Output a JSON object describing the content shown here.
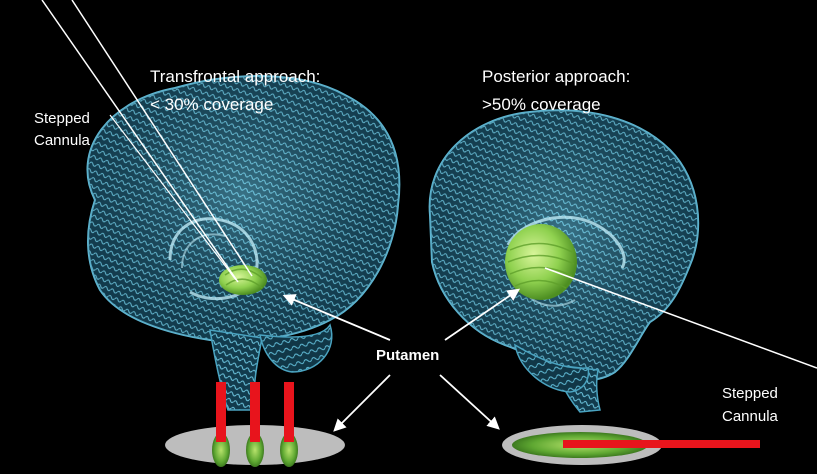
{
  "labels": {
    "left_title_line1": "Transfrontal approach:",
    "left_title_line2": "< 30% coverage",
    "right_title_line1": "Posterior approach:",
    "right_title_line2": ">50% coverage",
    "left_cannula_line1": "Stepped",
    "left_cannula_line2": "Cannula",
    "right_cannula_line1": "Stepped",
    "right_cannula_line2": "Cannula",
    "putamen": "Putamen"
  },
  "colors": {
    "background": "#000000",
    "brain": "#3fa9c9",
    "putamen_green": "#8fd14f",
    "cannula_red": "#e8141c",
    "ellipse_grey": "#bdbdbd",
    "pointer": "#ffffff"
  }
}
